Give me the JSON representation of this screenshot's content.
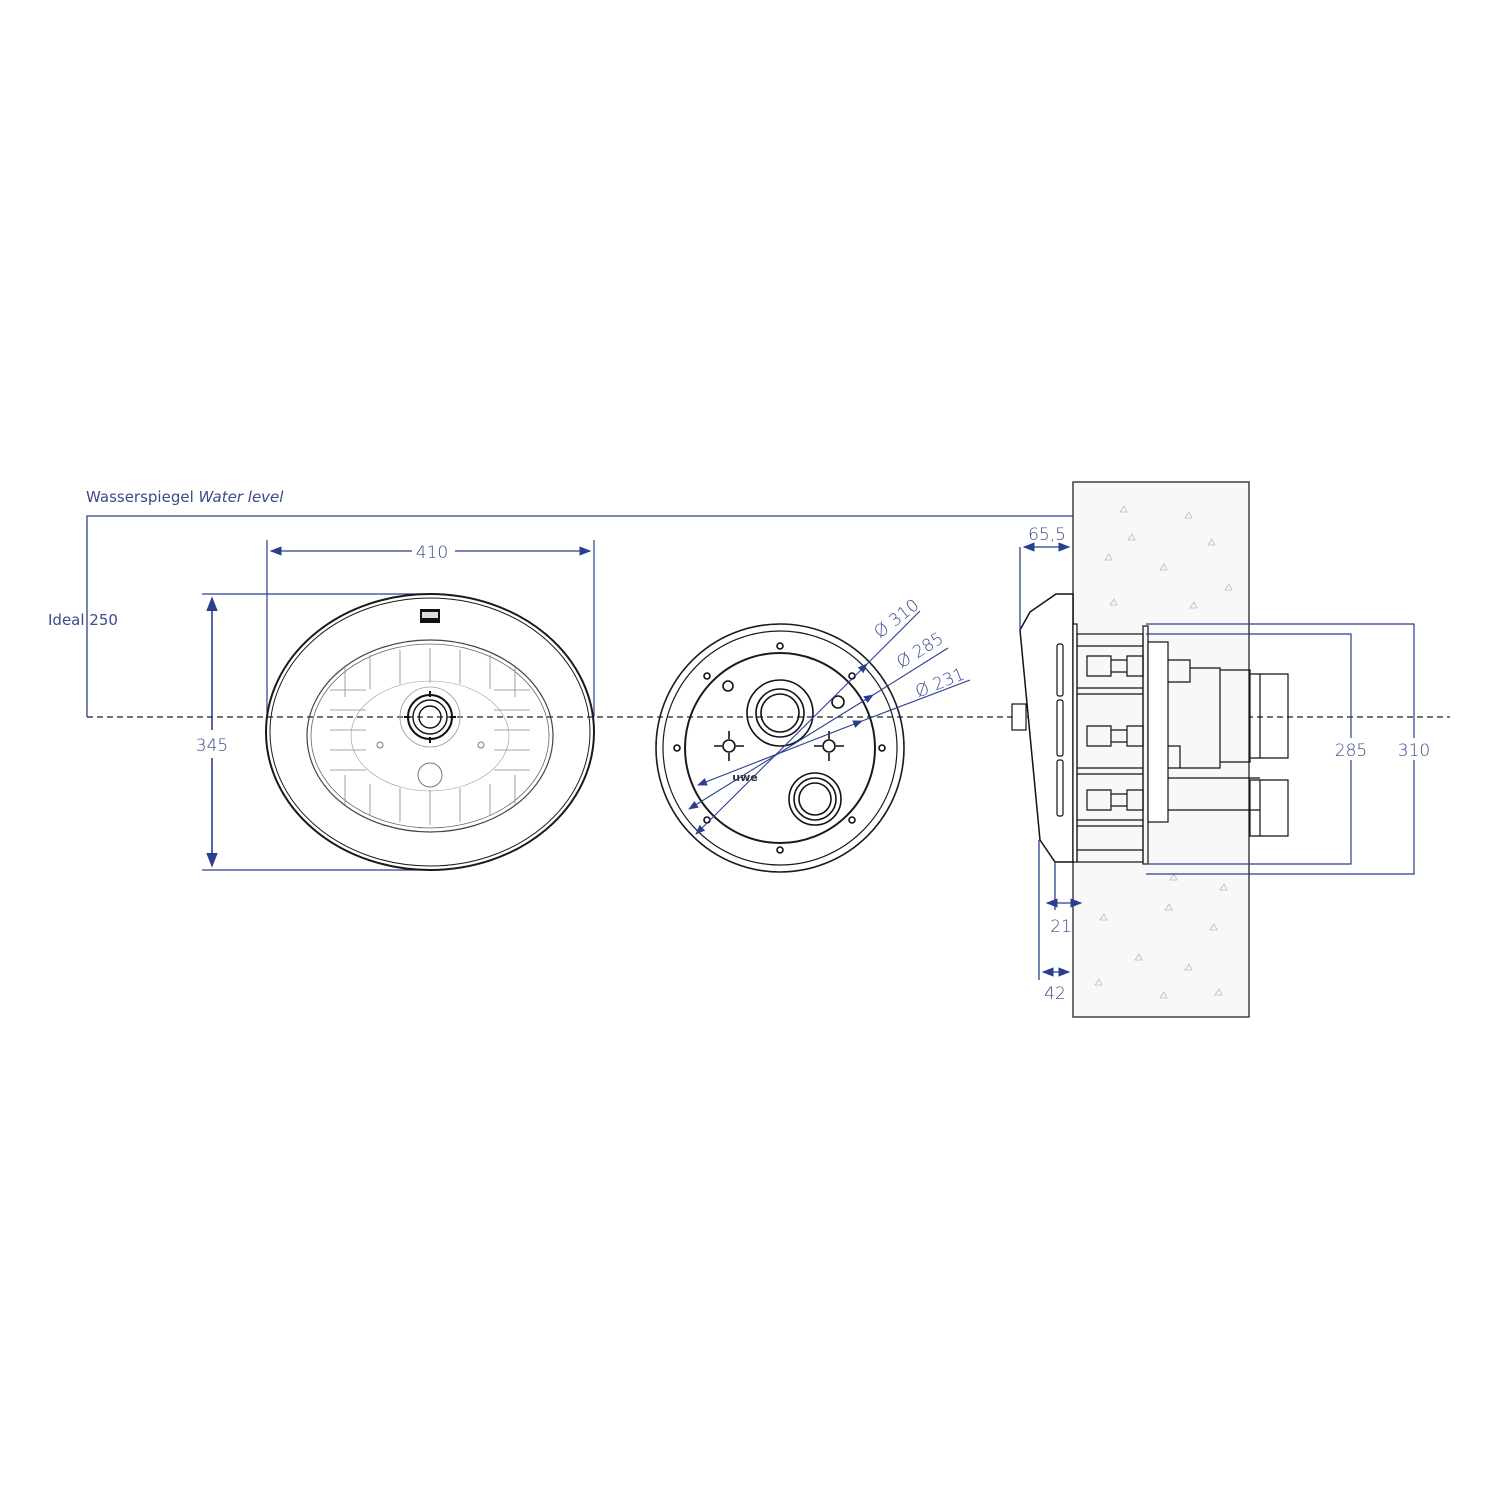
{
  "labels": {
    "water_level_de": "Wasserspiegel",
    "water_level_en": "Water level",
    "ideal": "Ideal 250"
  },
  "front_view": {
    "width": "410",
    "height": "345"
  },
  "rear_view": {
    "d1": "Ø 310",
    "d2": "Ø 285",
    "d3": "Ø 231",
    "logo": "uwe"
  },
  "side_view": {
    "depth_top": "65,5",
    "h1": "285",
    "h2": "310",
    "d_small": "21",
    "d_large": "42"
  },
  "colors": {
    "dimension": "#2a3f8f",
    "line": "#1a1a1a",
    "concrete": "#f7f7f7"
  }
}
